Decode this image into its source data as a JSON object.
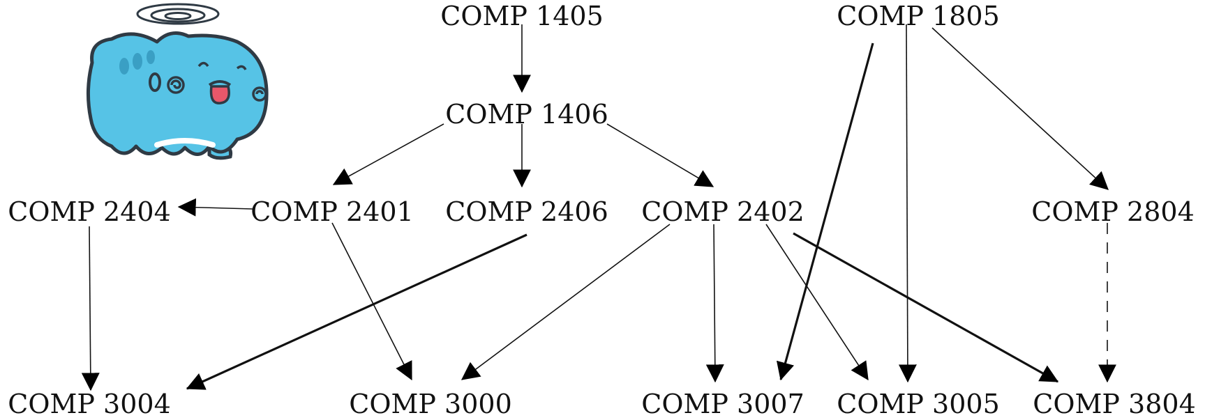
{
  "diagram": {
    "nodes": [
      {
        "id": "n1405",
        "label": "COMP 1405"
      },
      {
        "id": "n1805",
        "label": "COMP 1805"
      },
      {
        "id": "n1406",
        "label": "COMP 1406"
      },
      {
        "id": "n2404",
        "label": "COMP 2404"
      },
      {
        "id": "n2401",
        "label": "COMP 2401"
      },
      {
        "id": "n2406",
        "label": "COMP 2406"
      },
      {
        "id": "n2402",
        "label": "COMP 2402"
      },
      {
        "id": "n2804",
        "label": "COMP 2804"
      },
      {
        "id": "n3004",
        "label": "COMP 3004"
      },
      {
        "id": "n3000",
        "label": "COMP 3000"
      },
      {
        "id": "n3007",
        "label": "COMP 3007"
      },
      {
        "id": "n3005",
        "label": "COMP 3005"
      },
      {
        "id": "n3804",
        "label": "COMP 3804"
      }
    ],
    "edges": [
      {
        "from": "COMP 1405",
        "to": "COMP 1406",
        "style": "solid"
      },
      {
        "from": "COMP 1406",
        "to": "COMP 2401",
        "style": "solid"
      },
      {
        "from": "COMP 1406",
        "to": "COMP 2406",
        "style": "solid"
      },
      {
        "from": "COMP 1406",
        "to": "COMP 2402",
        "style": "solid"
      },
      {
        "from": "COMP 2401",
        "to": "COMP 2404",
        "style": "solid"
      },
      {
        "from": "COMP 2401",
        "to": "COMP 3000",
        "style": "solid"
      },
      {
        "from": "COMP 2404",
        "to": "COMP 3004",
        "style": "solid"
      },
      {
        "from": "COMP 2406",
        "to": "COMP 3004",
        "style": "thick"
      },
      {
        "from": "COMP 2402",
        "to": "COMP 3000",
        "style": "solid"
      },
      {
        "from": "COMP 2402",
        "to": "COMP 3007",
        "style": "solid"
      },
      {
        "from": "COMP 2402",
        "to": "COMP 3005",
        "style": "solid"
      },
      {
        "from": "COMP 2402",
        "to": "COMP 3804",
        "style": "thick"
      },
      {
        "from": "COMP 1805",
        "to": "COMP 3007",
        "style": "thick"
      },
      {
        "from": "COMP 1805",
        "to": "COMP 3005",
        "style": "solid"
      },
      {
        "from": "COMP 1805",
        "to": "COMP 2804",
        "style": "solid"
      },
      {
        "from": "COMP 2804",
        "to": "COMP 3804",
        "style": "dashed"
      }
    ],
    "mascot_icon": "dizzy-blue-cat-mascot-icon",
    "colors": {
      "ink": "#111111",
      "mascot_fill": "#56C3E6",
      "mascot_stroke": "#2F3A44",
      "tongue": "#E8576A",
      "background": "#ffffff"
    }
  }
}
